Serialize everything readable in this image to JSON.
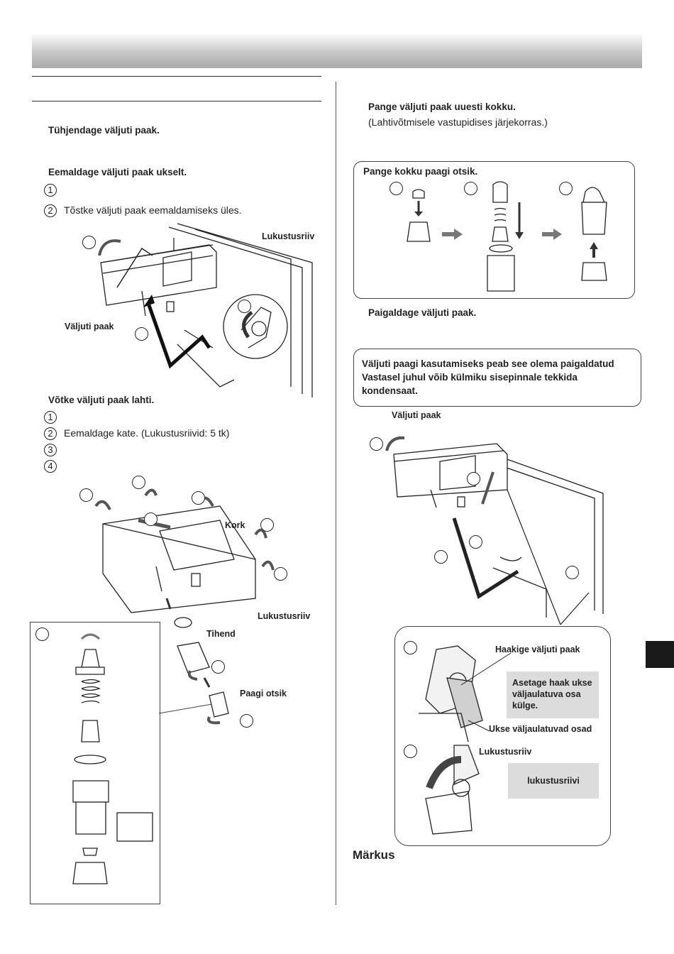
{
  "left": {
    "step1": "Tühjendage väljuti paak.",
    "step2": "Eemaldage väljuti paak ukselt.",
    "step2_sub": [
      "1",
      "2"
    ],
    "step2_sub2_text": "Tõstke väljuti paak eemaldamiseks üles.",
    "fig1": {
      "lukustusriiv": "Lukustusriiv",
      "valjuti_paak": "Väljuti paak"
    },
    "step3": "Võtke väljuti paak lahti.",
    "step3_nums": [
      "1",
      "2",
      "3",
      "4"
    ],
    "step3_sub2_text": "Eemaldage kate. (Lukustusriivid: 5 tk)",
    "fig2": {
      "kork": "Kork",
      "lukustusriiv": "Lukustusriiv",
      "tihend": "Tihend",
      "paagi_otsik": "Paagi otsik"
    }
  },
  "right": {
    "step4": "Pange väljuti paak uuesti kokku.",
    "step4_sub": "(Lahtivõtmisele vastupidises järjekorras.)",
    "assembly_title": "Pange kokku paagi otsik.",
    "step5": "Paigaldage väljuti paak.",
    "note_text": "Väljuti paagi kasutamiseks peab see olema paigaldatud Vastasel juhul võib külmiku sisepinnale tekkida kondensaat.",
    "fig3": {
      "valjuti_paak": "Väljuti paak",
      "haakige": "Haakige väljuti paak",
      "asetage": "Asetage haak ukse väljaulatuva osa külge.",
      "ukse": "Ukse väljaulatuvad osad",
      "lukustusriiv": "Lukustusriiv",
      "lukustusriivi": "lukustusriivi"
    },
    "markus": "Märkus"
  }
}
